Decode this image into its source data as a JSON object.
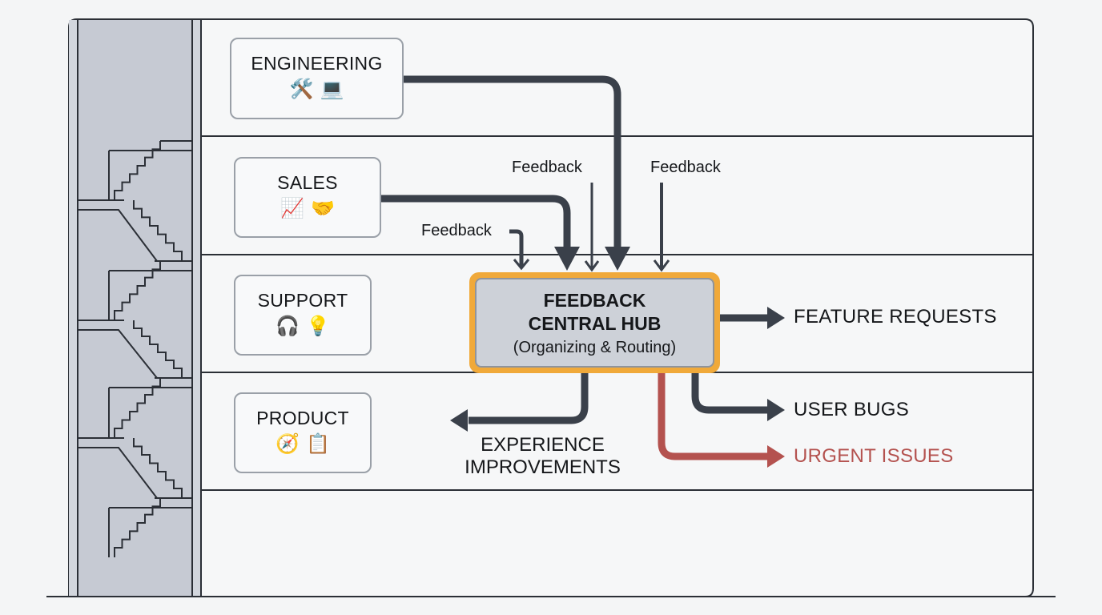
{
  "title": "Feedback Central Hub Swimlane Diagram",
  "colors": {
    "background": "#f4f5f6",
    "line": "#2b2f36",
    "arrow": "#3a404a",
    "urgent": "#b4524f",
    "hub_border": "#f0a93a",
    "hub_fill": "#cdd1d8",
    "stair_fill": "#c6cad3"
  },
  "departments": [
    {
      "name": "ENGINEERING",
      "icons": [
        {
          "name": "hammer-and-wrench-icon",
          "glyph": "🛠️"
        },
        {
          "name": "laptop-icon",
          "glyph": "💻"
        }
      ]
    },
    {
      "name": "SALES",
      "icons": [
        {
          "name": "chart-increasing-icon",
          "glyph": "📈"
        },
        {
          "name": "handshake-icon",
          "glyph": "🤝"
        }
      ]
    },
    {
      "name": "SUPPORT",
      "icons": [
        {
          "name": "headphones-icon",
          "glyph": "🎧"
        },
        {
          "name": "light-bulb-icon",
          "glyph": "💡"
        }
      ]
    },
    {
      "name": "PRODUCT",
      "icons": [
        {
          "name": "compass-icon",
          "glyph": "🧭"
        },
        {
          "name": "clipboard-icon",
          "glyph": "📋"
        }
      ]
    }
  ],
  "hub": {
    "title_line1": "FEEDBACK",
    "title_line2": "CENTRAL HUB",
    "subtitle": "(Organizing & Routing)"
  },
  "feedback_labels": [
    "Feedback",
    "Feedback",
    "Feedback"
  ],
  "outputs": {
    "feature_requests": "FEATURE REQUESTS",
    "user_bugs": "USER BUGS",
    "urgent_issues": "URGENT ISSUES",
    "experience_line1": "EXPERIENCE",
    "experience_line2": "IMPROVEMENTS"
  }
}
